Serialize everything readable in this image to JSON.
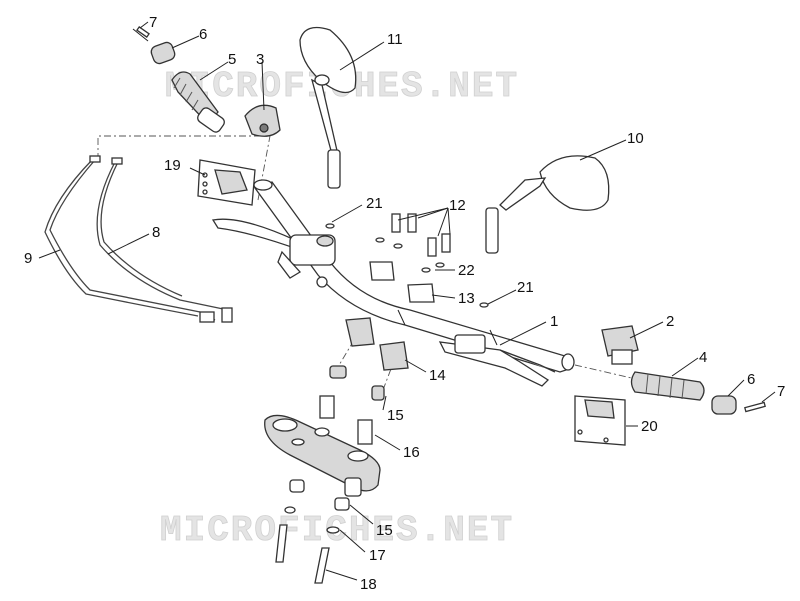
{
  "watermark": {
    "text": "MICROFICHES.NET"
  },
  "callouts": {
    "c1": "1",
    "c2": "2",
    "c3": "3",
    "c4": "4",
    "c5": "5",
    "c6a": "6",
    "c6b": "6",
    "c7a": "7",
    "c7b": "7",
    "c8": "8",
    "c9": "9",
    "c10": "10",
    "c11": "11",
    "c12": "12",
    "c13": "13",
    "c14": "14",
    "c15a": "15",
    "c15b": "15",
    "c16": "16",
    "c17": "17",
    "c18": "18",
    "c19": "19",
    "c20": "20",
    "c21a": "21",
    "c21b": "21",
    "c22": "22"
  },
  "colors": {
    "line": "#333333",
    "fill_light": "#d8d8d8",
    "fill_dark": "#7a7a7a",
    "watermark": "#e4e4e4"
  }
}
